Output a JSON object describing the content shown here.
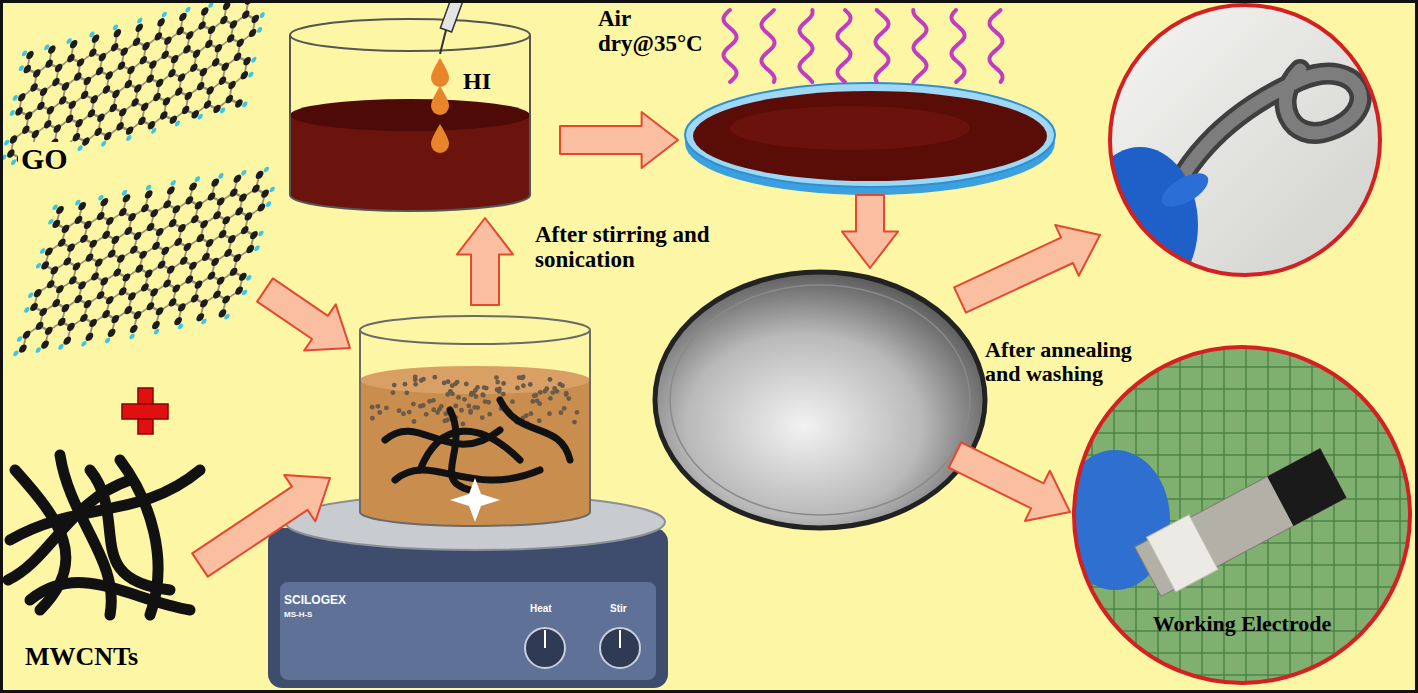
{
  "diagram": {
    "labels": [
      "GO",
      "MWCNTs",
      "HI",
      "Air dry@35°C",
      "After stirring and sonication",
      "After annealing and washing",
      "Working Electrode",
      "SCILOGEX",
      "MS-H-S",
      "Heat",
      "Stir"
    ]
  }
}
